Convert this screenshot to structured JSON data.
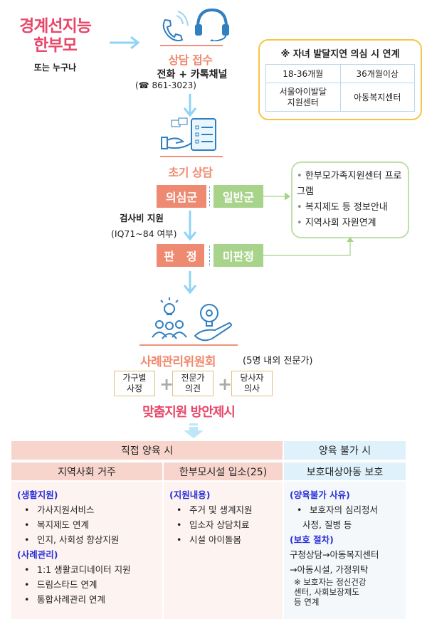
{
  "target": {
    "line1": "경계선지능",
    "line2": "한부모",
    "sub": "또는 누구나"
  },
  "intake": {
    "title": "상담 접수",
    "channel": "전화 + 카톡채널",
    "phone": "(☎ 861-3023)"
  },
  "referral_note": {
    "title": "※ 자녀 발달지연 의심 시 연계",
    "headers": [
      "18-36개월",
      "36개월이상"
    ],
    "cells": [
      "서울아이발달\n지원센터",
      "아동복지센터"
    ]
  },
  "initial": {
    "title": "초기 상담",
    "suspect": "의심군",
    "general": "일반군",
    "test_support": "검사비 지원",
    "test_note": "(IQ71~84 여부)",
    "judged": "판   정",
    "not_judged": "미판정"
  },
  "general_services": [
    "한부모가족지원센터 프로그램",
    "복지제도 등 정보안내",
    "지역사회 자원연계"
  ],
  "committee": {
    "title": "사례관리위원회",
    "note": "(5명 내외 전문가)",
    "factors": [
      "가구별\n사정",
      "전문가\n의견",
      "당사자\n의사"
    ],
    "plus": "+"
  },
  "result": "맞춤지원 방안제시",
  "table": {
    "group1": "직접 양육 시",
    "group2": "양육 불가 시",
    "cols": [
      "지역사회 거주",
      "한부모시설 입소(25)",
      "보호대상아동 보호"
    ],
    "col1": {
      "h1": "(생활지원)",
      "items1": [
        "가사지원서비스",
        "복지제도 연계",
        "인지, 사회성 향상지원"
      ],
      "h2": "(사례관리)",
      "items2": [
        "1:1 생활코디네이터 지원",
        "드림스타드 연계",
        "통합사례관리 연계"
      ]
    },
    "col2": {
      "h1": "(지원내용)",
      "items1": [
        "주거 및 생계지원",
        "입소자 상담치료",
        "시설 아이돌봄"
      ]
    },
    "col3": {
      "h1": "(양육불가 사유)",
      "item1": "보호자의 심리정서",
      "item1b": "사정,  질병 등",
      "h2": "(보호 절차)",
      "proc1": "구청상담→아동복지센터",
      "proc2": "→아동시설, 가정위탁",
      "note": "※ 보호자는 정신건강\n센터, 사회보장제도\n등 연계"
    }
  },
  "colors": {
    "pink": "#e8476a",
    "salmon": "#ee8a72",
    "green": "#a8d38a",
    "arrow": "#8fd3f5",
    "blue_text": "#2a2fd6",
    "note_border": "#f6c544"
  }
}
